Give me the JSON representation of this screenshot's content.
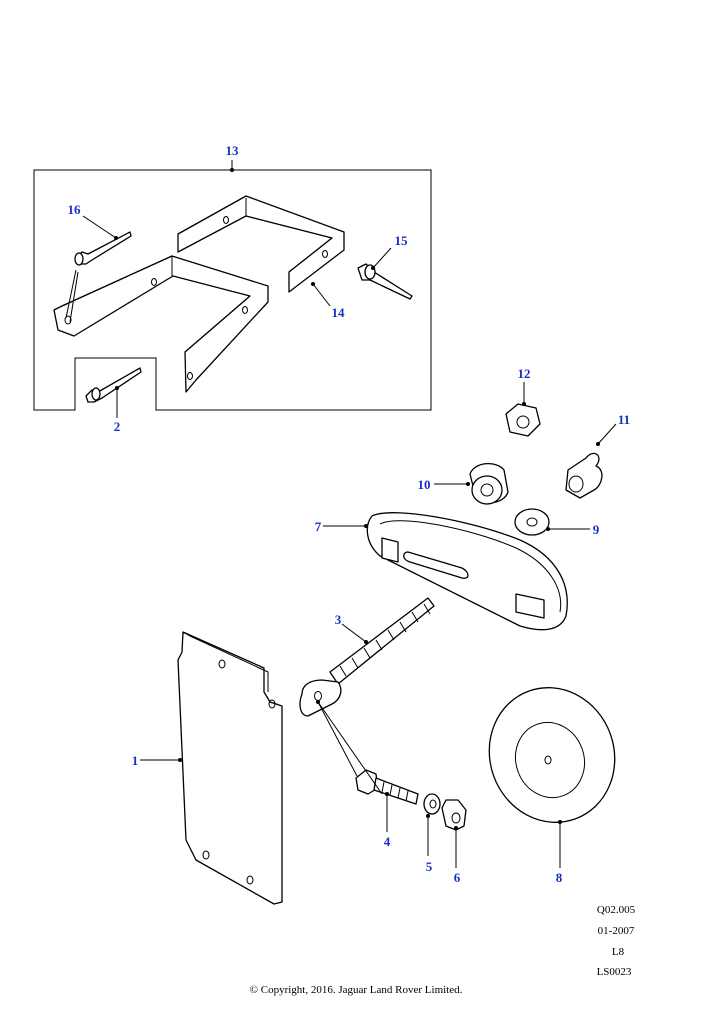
{
  "callouts": [
    {
      "id": "1",
      "label": "1"
    },
    {
      "id": "2",
      "label": "2"
    },
    {
      "id": "3",
      "label": "3"
    },
    {
      "id": "4",
      "label": "4"
    },
    {
      "id": "5",
      "label": "5"
    },
    {
      "id": "6",
      "label": "6"
    },
    {
      "id": "7",
      "label": "7"
    },
    {
      "id": "8",
      "label": "8"
    },
    {
      "id": "9",
      "label": "9"
    },
    {
      "id": "10",
      "label": "10"
    },
    {
      "id": "11",
      "label": "11"
    },
    {
      "id": "12",
      "label": "12"
    },
    {
      "id": "13",
      "label": "13"
    },
    {
      "id": "14",
      "label": "14"
    },
    {
      "id": "15",
      "label": "15"
    },
    {
      "id": "16",
      "label": "16"
    }
  ],
  "reference": {
    "code": "Q02.005",
    "date": "01-2007",
    "level": "L8",
    "sheet": "LS0023"
  },
  "copyright": "© Copyright, 2016. Jaguar Land Rover Limited.",
  "colors": {
    "callout": "#1a2fc8",
    "line": "#000000",
    "background": "#ffffff"
  }
}
